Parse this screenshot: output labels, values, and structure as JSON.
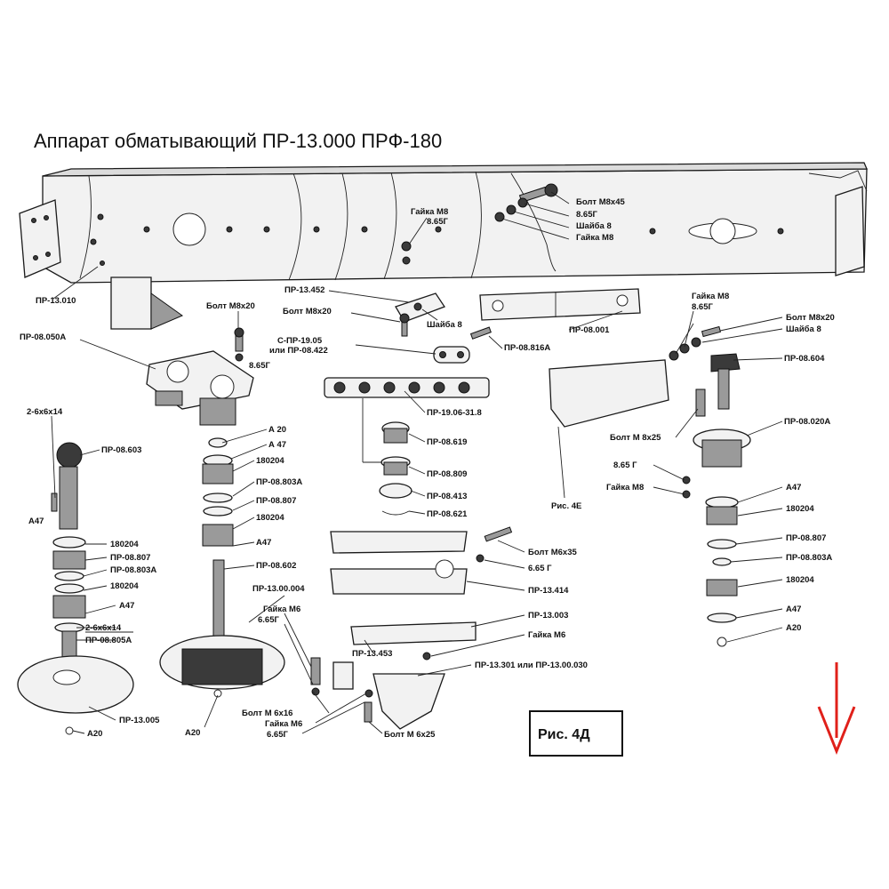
{
  "title": "Аппарат обматывающий ПР-13.000 ПРФ-180",
  "figure_labels": {
    "main": "Рис. 4Д",
    "ref": "Рис. 4Е"
  },
  "labels": {
    "pr13010": "ПР-13.010",
    "gaika_m8_top": "Гайка М8",
    "sixtyfive_top": "8.65Г",
    "bolt_m8x45": "Болт М8х45",
    "sixtyfive_tr": "8.65Г",
    "shaiba8_tr": "Шайба 8",
    "gaika_m8_tr": "Гайка М8",
    "pr13452": "ПР-13.452",
    "bolt_m8x20_left": "Болт М8х20",
    "bolt_m8x20_c": "Болт М8х20",
    "shaiba8_c": "Шайба 8",
    "pr08050a": "ПР-08.050А",
    "sixtyfive_l": "8.65Г",
    "spr1905": "С-ПР-19.05",
    "ili_pr08422": "или ПР-08.422",
    "pr08816a": "ПР-08.816А",
    "pr08001": "ПР-08.001",
    "gaika_m8_r": "Гайка М8",
    "sixtyfive_r": "8.65Г",
    "bolt_m8x20_r": "Болт М8х20",
    "shaiba8_r": "Шайба 8",
    "pr08604": "ПР-08.604",
    "pr1906": "ПР-19.06-31.8",
    "twosix_top": "2-6х6х14",
    "pr08603": "ПР-08.603",
    "a20_c": "А 20",
    "a47_c": "А 47",
    "n180204_c1": "180204",
    "pr08803a_c": "ПР-08.803А",
    "pr08807_c": "ПР-08.807",
    "n180204_c2": "180204",
    "a47_c2": "А47",
    "pr08619": "ПР-08.619",
    "pr08809": "ПР-08.809",
    "pr08413": "ПР-08.413",
    "pr08621": "ПР-08.621",
    "bolt_m8x25_r": "Болт М 8х25",
    "pr08020a": "ПР-08.020А",
    "sixtyfive_r2": "8.65 Г",
    "gaika_m8_r2": "Гайка М8",
    "ris4e": "Рис. 4Е",
    "a47_r": "А47",
    "n180204_r1": "180204",
    "pr08807_r": "ПР-08.807",
    "pr08803a_r": "ПР-08.803А",
    "n180204_r2": "180204",
    "a47_r2": "А47",
    "a20_r": "А20",
    "a47_l": "А47",
    "n180204_l1": "180204",
    "pr08807_l": "ПР-08.807",
    "pr08803a_l": "ПР-08.803А",
    "n180204_l2": "180204",
    "a47_l2": "А47",
    "twosix_l": "2-6х6х14",
    "pr08805a": "ПР-08.805А",
    "pr13005": "ПР-13.005",
    "a20_l": "А20",
    "pr08602": "ПР-08.602",
    "pr1300004": "ПР-13.00.004",
    "gaika_m6_c": "Гайка М6",
    "sixtyfive_c6": "6.65Г",
    "bolt_m6x35": "Болт М6х35",
    "sixtyfive_c7": "6.65 Г",
    "pr13414": "ПР-13.414",
    "pr13003": "ПР-13.003",
    "gaika_m6_c2": "Гайка М6",
    "pr13453": "ПР-13.453",
    "pr13301": "ПР-13.301 или ПР-13.00.030",
    "a20_bottom": "А20",
    "bolt_m6x16": "Болт М 6х16",
    "gaika_m6_b": "Гайка М6",
    "sixtyfive_b": "6.65Г",
    "bolt_m6x25": "Болт М 6х25"
  },
  "colors": {
    "arrow": "#e0201a",
    "ink": "#111111"
  },
  "icons": {
    "arrow": "arrow-down-icon"
  }
}
